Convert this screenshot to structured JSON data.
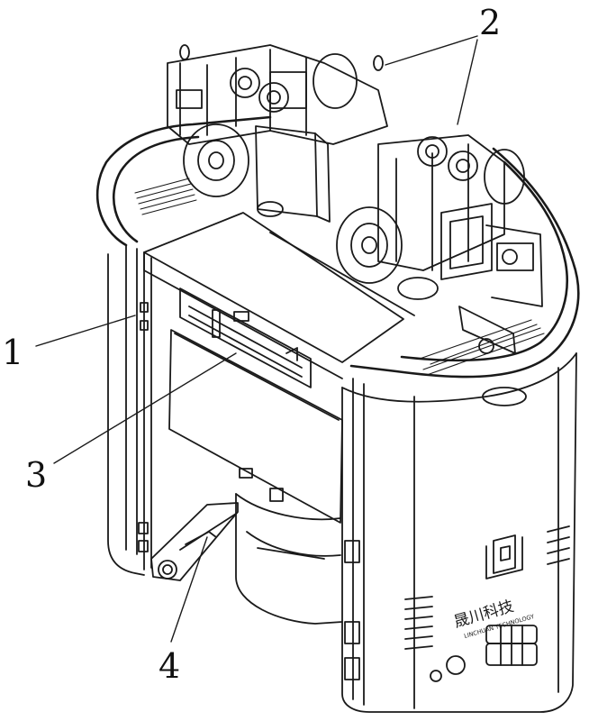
{
  "callouts": [
    {
      "id": "1",
      "label": "1"
    },
    {
      "id": "2",
      "label": "2"
    },
    {
      "id": "3",
      "label": "3"
    },
    {
      "id": "4",
      "label": "4"
    }
  ],
  "logo": {
    "name_cn": "晟川科技",
    "name_en": "LINCHUAN TECHNOLOGY"
  }
}
